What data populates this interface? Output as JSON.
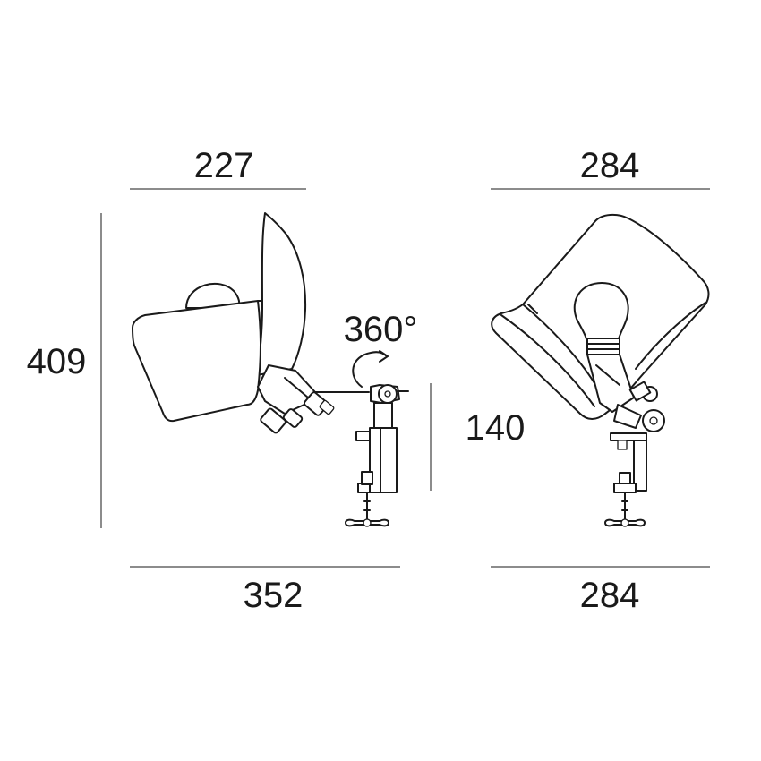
{
  "dimensions": {
    "side_top_width": "227",
    "side_height": "409",
    "side_bottom_width": "352",
    "rotation": "360°",
    "clamp_height": "140",
    "front_top_width": "284",
    "front_bottom_width": "284"
  },
  "colors": {
    "line": "#1a1a1a",
    "background": "#ffffff"
  }
}
